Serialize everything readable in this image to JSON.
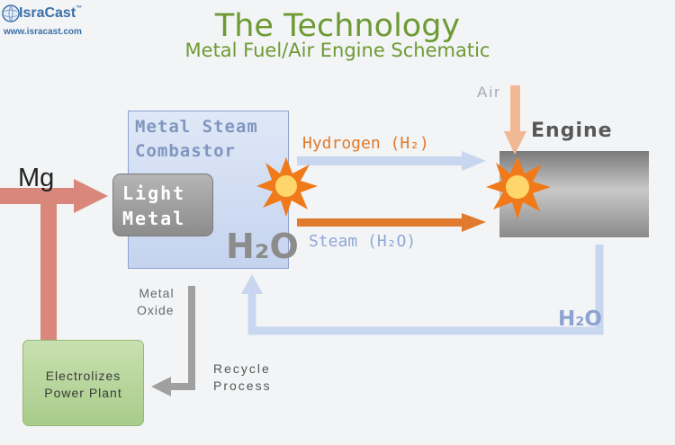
{
  "logo": {
    "name": "IsraCast",
    "trademark": "™",
    "url": "www.isracast.com"
  },
  "header": {
    "title": "The Technology",
    "subtitle": "Metal Fuel/Air Engine Schematic"
  },
  "combustor": {
    "line1": "Metal Steam",
    "line2": "Combastor",
    "product": "H₂O"
  },
  "light_metal": {
    "line1": "Light",
    "line2": "Metal"
  },
  "engine": {
    "label": "Engine"
  },
  "flows": {
    "air": "Air",
    "hydrogen": "Hydrogen (H₂)",
    "steam": "Steam (H₂O)",
    "fuel_input": "Mg",
    "metal_oxide_1": "Metal",
    "metal_oxide_2": "Oxide",
    "recycle_1": "Recycle",
    "recycle_2": "Process",
    "water_return": "H₂O"
  },
  "power_plant": {
    "line1": "Electrolizes",
    "line2": "Power Plant"
  },
  "colors": {
    "title_green": "#6e9a33",
    "hydrogen_arrow": "#c9d6ef",
    "steam_arrow": "#e07a2c",
    "fuel_arrow": "#d9877a",
    "air_arrow": "#f0b893",
    "return_line": "#c9d6ef",
    "recycle_arrow": "#a0a0a0",
    "explosion": "#f07a1a"
  }
}
